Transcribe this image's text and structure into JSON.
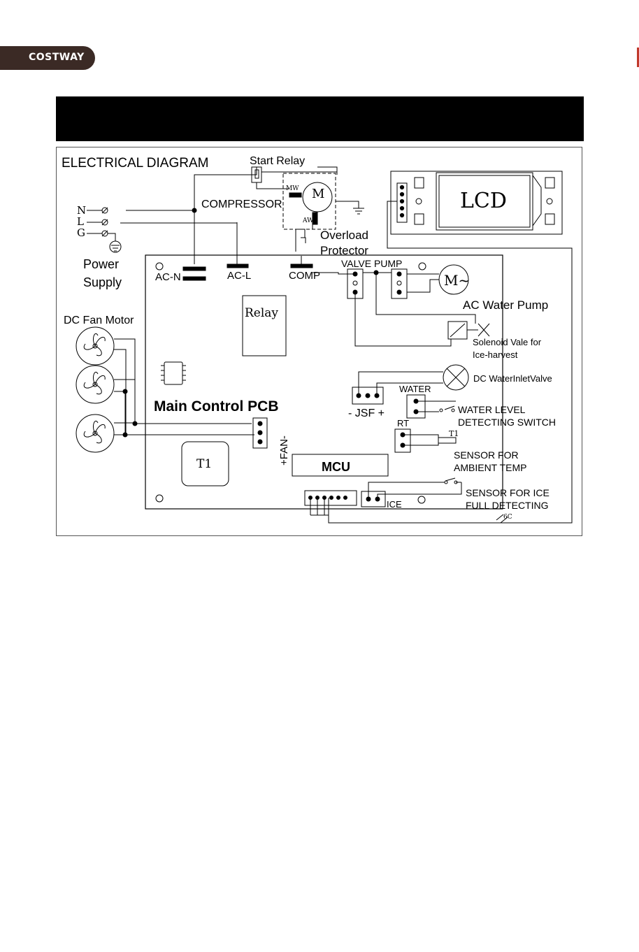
{
  "brand": {
    "name": "COSTWAY"
  },
  "diagram": {
    "title": "ELECTRICAL DIAGRAM",
    "start_relay": "Start Relay",
    "compressor": "COMPRESSOR",
    "motor_m": "M",
    "mw": "MW",
    "aw": "AW",
    "overload_1": "Overload",
    "overload_2": "Protector",
    "n": "N",
    "l": "L",
    "g": "G",
    "power_1": "Power",
    "power_2": "Supply",
    "lcd": "LCD",
    "ac_n": "AC-N",
    "ac_l": "AC-L",
    "comp": "COMP",
    "valve_pump": "VALVE PUMP",
    "pump_motor": "M~",
    "ac_water_pump": "AC Water Pump",
    "relay": "Relay",
    "solenoid_1": "Solenoid Vale for",
    "solenoid_2": "Ice-harvest",
    "dc_fan_motor": "DC Fan Motor",
    "dc_water_inlet": "DC WaterInletValve",
    "water": "WATER",
    "main_pcb": "Main Control PCB",
    "jsf": "- JSF +",
    "water_level_1": "WATER LEVEL",
    "water_level_2": "DETECTING SWITCH",
    "rt": "RT",
    "t1_sensor": "T1",
    "fan": "+FAN-",
    "sensor_ambient_1": "SENSOR FOR",
    "sensor_ambient_2": "AMBIENT TEMP",
    "t1": "T1",
    "mcu": "MCU",
    "sensor_ice_1": "SENSOR FOR ICE",
    "sensor_ice_2": "FULL DETECTING",
    "ice": "ICE",
    "cable": "6C"
  }
}
